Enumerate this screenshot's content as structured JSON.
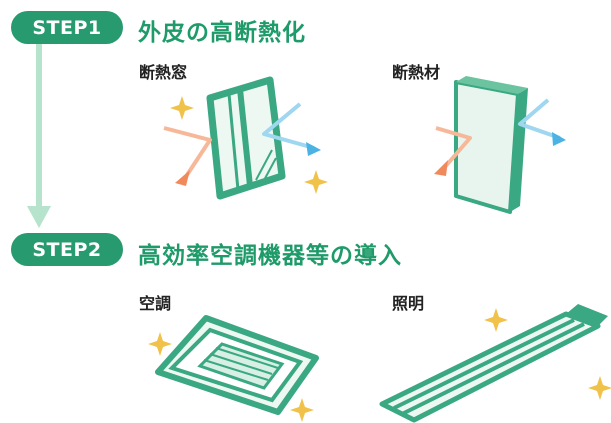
{
  "steps": [
    {
      "badge": "STEP1",
      "title": "外皮の高断熱化",
      "items": [
        "断熱窓",
        "断熱材"
      ]
    },
    {
      "badge": "STEP2",
      "title": "高効率空調機器等の導入",
      "items": [
        "空調",
        "照明"
      ]
    }
  ],
  "colors": {
    "accent": "#279a6f",
    "heading": "#1f9a69",
    "flow_arrow": "#b6e3cc",
    "outline": "#3aa882",
    "fill": "#e8f5ef",
    "warm_arrow": "#f08a5d",
    "cool_arrow": "#4bb3e3",
    "sparkle": "#f1c24a"
  }
}
